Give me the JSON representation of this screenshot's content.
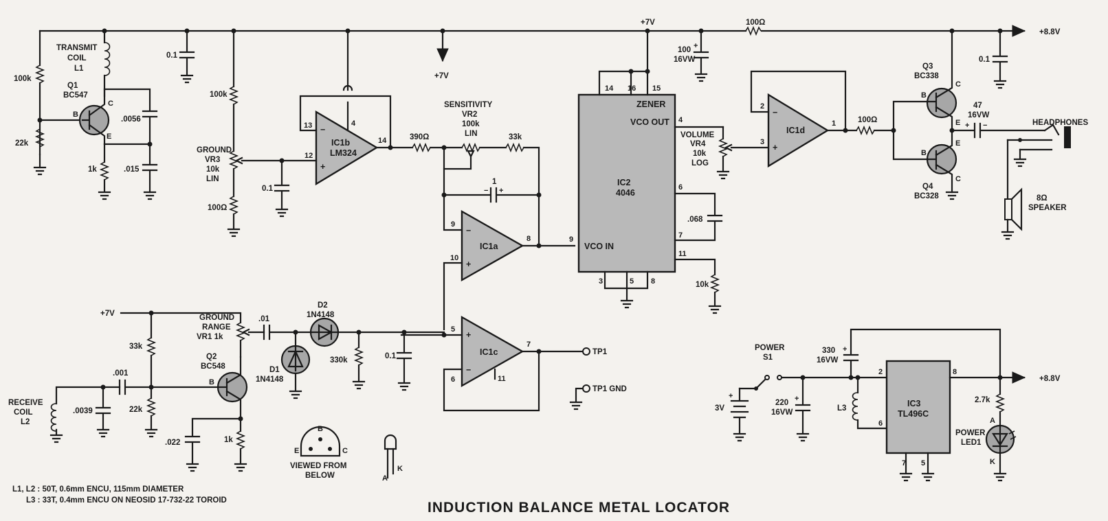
{
  "title": "INDUCTION BALANCE METAL LOCATOR",
  "notes": [
    "L1, L2 : 50T, 0.6mm ENCU, 115mm DIAMETER",
    "L3 : 33T, 0.4mm ENCU ON NEOSID 17-732-22 TOROID"
  ],
  "rails": {
    "plus7": "+7V",
    "plus8_8": "+8.8V",
    "r_rail": "100Ω"
  },
  "transmitter": {
    "coil": [
      "TRANSMIT",
      "COIL",
      "L1"
    ],
    "q1": [
      "Q1",
      "BC547"
    ],
    "r_top": "100k",
    "r_bot": "22k",
    "r_e": "1k",
    "c1": ".0056",
    "c2": ".015",
    "c_dec": "0.1",
    "pin_b": "B",
    "pin_c": "C",
    "pin_e": "E"
  },
  "ground_stage": {
    "r_top": "100k",
    "vr3": [
      "GROUND",
      "VR3",
      "10k",
      "LIN"
    ],
    "r_bot": "100Ω",
    "c": "0.1",
    "ic1b": [
      "IC1b",
      "LM324"
    ],
    "pins": [
      "13",
      "12",
      "4",
      "14"
    ],
    "vref": "+7V"
  },
  "sensitivity": {
    "r1": "390Ω",
    "vr2": [
      "SENSITIVITY",
      "VR2",
      "100k",
      "LIN"
    ],
    "r2": "33k",
    "c": "1"
  },
  "ic1a": {
    "name": "IC1a",
    "pins": [
      "9",
      "10",
      "8"
    ]
  },
  "ic1c": {
    "name": "IC1c",
    "pins": [
      "5",
      "6",
      "7",
      "11"
    ]
  },
  "tp": {
    "tp1": "TP1",
    "tp1gnd": "TP1 GND"
  },
  "ic2": {
    "name": "IC2",
    "part": "4046",
    "zener": "ZENER",
    "vco_out": "VCO OUT",
    "vco_in": "VCO IN",
    "pins_top": [
      "14",
      "16",
      "15"
    ],
    "pins_right": [
      "4",
      "6",
      "7",
      "11"
    ],
    "pin_left": "9",
    "pins_bot": [
      "3",
      "5",
      "8"
    ],
    "c_timing": ".068",
    "r_timing": "10k"
  },
  "rail_cap": [
    "100",
    "16VW"
  ],
  "volume": {
    "vr4": [
      "VOLUME",
      "VR4",
      "10k",
      "LOG"
    ]
  },
  "ic1d": {
    "name": "IC1d",
    "pins": [
      "2",
      "3",
      "1"
    ]
  },
  "output": {
    "r": "100Ω",
    "q3": [
      "Q3",
      "BC338"
    ],
    "q4": [
      "Q4",
      "BC328"
    ],
    "c_out": [
      "47",
      "16VW"
    ],
    "headphones": "HEADPHONES",
    "speaker": [
      "8Ω",
      "SPEAKER"
    ],
    "c_dec": "0.1"
  },
  "receiver": {
    "plus7": "+7V",
    "coil": [
      "RECEIVE",
      "COIL",
      "L2"
    ],
    "c_coil": ".0039",
    "c_couple": ".001",
    "r_top": "33k",
    "r_bot": "22k",
    "q2": [
      "Q2",
      "BC548"
    ],
    "vr1": [
      "GROUND",
      "RANGE",
      "VR1 1k"
    ],
    "r_e": "1k",
    "c_e": ".022",
    "c_01": ".01",
    "d1": [
      "D1",
      "1N4148"
    ],
    "d2": [
      "D2",
      "1N4148"
    ],
    "r_330k": "330k",
    "c_01b": "0.1"
  },
  "pinout": {
    "b": "B",
    "e": "E",
    "c": "C",
    "caption": [
      "VIEWED FROM",
      "BELOW"
    ]
  },
  "led_key": {
    "a": "A",
    "k": "K"
  },
  "power": {
    "switch": [
      "POWER",
      "S1"
    ],
    "battery": "3V",
    "c_in": [
      "220",
      "16VW"
    ],
    "c_330": [
      "330",
      "16VW"
    ],
    "l3": "L3",
    "ic3": [
      "IC3",
      "TL496C"
    ],
    "pins": [
      "2",
      "6",
      "8",
      "7",
      "5"
    ],
    "r_led": "2.7k",
    "led": [
      "POWER",
      "LED1"
    ],
    "a": "A",
    "k": "K"
  }
}
